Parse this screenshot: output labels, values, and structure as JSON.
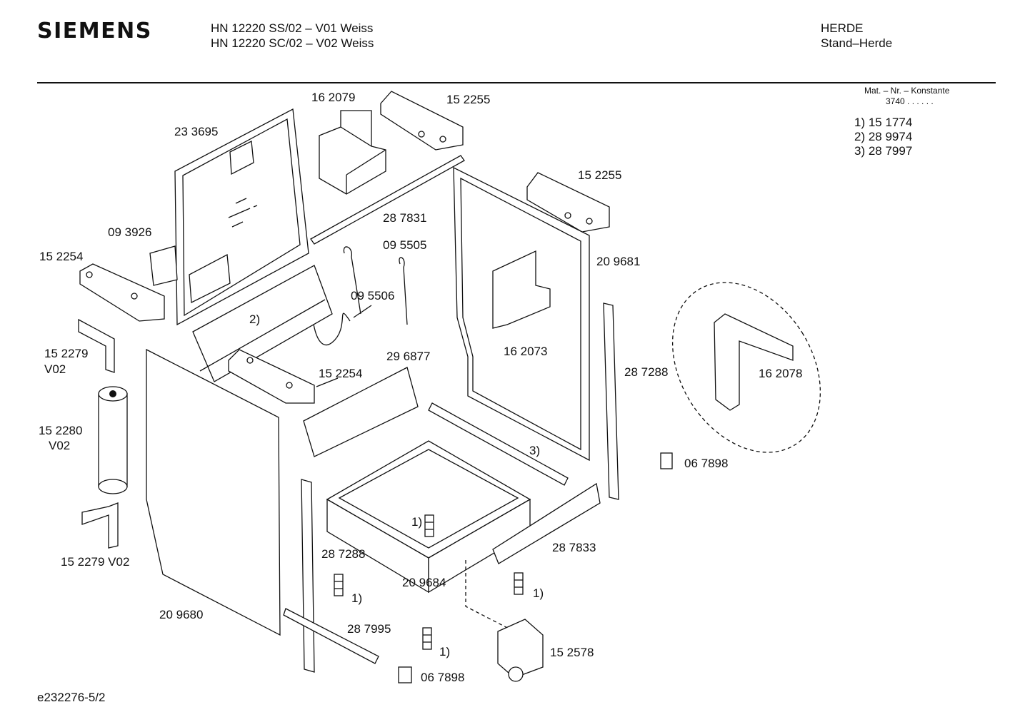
{
  "header": {
    "brand": "SIEMENS",
    "model_line_1": "HN 12220 SS/02 – V01 Weiss",
    "model_line_2": "HN 12220 SC/02 – V02 Weiss",
    "category_1": "HERDE",
    "category_2": "Stand–Herde"
  },
  "info": {
    "mat_label": "Mat. – Nr. – Konstante",
    "mat_value": "3740 . . . . . .",
    "notes": [
      "1) 15 1774",
      "2) 28 9974",
      "3) 28 7997"
    ]
  },
  "parts": {
    "p162079": "16 2079",
    "p152255a": "15 2255",
    "p233695": "23 3695",
    "p152255b": "15 2255",
    "p287831": "28 7831",
    "p093926": "09 3926",
    "p095505": "09 5505",
    "p152254a": "15 2254",
    "p209681": "20 9681",
    "p095506": "09 5506",
    "p2": "2)",
    "p296877": "29 6877",
    "p162073": "16 2073",
    "p152279a": "15 2279",
    "p152279a_v": "V02",
    "p152254b": "15 2254",
    "p287288a": "28 7288",
    "p162078": "16 2078",
    "p152280": "15 2280",
    "p152280_v": "V02",
    "p3": "3)",
    "p067898a": "06 7898",
    "p1a": "1)",
    "p152279b": "15 2279 V02",
    "p287288b": "28 7288",
    "p287833": "28 7833",
    "p209684": "20 9684",
    "p1b": "1)",
    "p1c": "1)",
    "p209680": "20 9680",
    "p287995": "28 7995",
    "p1d": "1)",
    "p152578": "15 2578",
    "p067898b": "06 7898"
  },
  "footer": {
    "code": "e232276-5/2"
  }
}
